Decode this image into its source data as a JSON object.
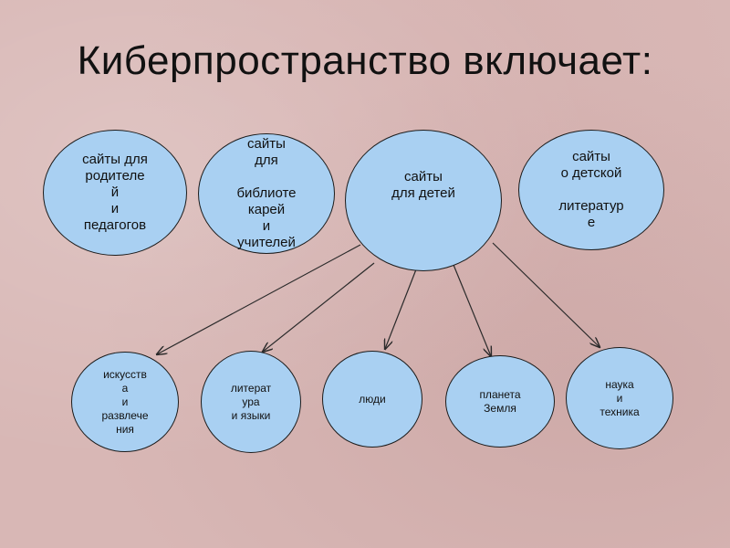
{
  "title": "Киберпространство включает:",
  "top_nodes": [
    {
      "id": "parents",
      "text": "сайты для\nродителе\nй\nи\nпедагогов"
    },
    {
      "id": "librarians",
      "text": "сайты\nдля\n\nбиблиоте\nкарей\nи\nучителей"
    },
    {
      "id": "children",
      "text": "сайты\nдля детей"
    },
    {
      "id": "literature",
      "text": "сайты\nо детской\n\nлитератур\nе"
    }
  ],
  "bottom_nodes": [
    {
      "id": "arts",
      "text": "искусств\nа\nи\nразвлече\nния"
    },
    {
      "id": "languages",
      "text": "литерат\nура\nи языки"
    },
    {
      "id": "people",
      "text": "люди"
    },
    {
      "id": "earth",
      "text": "планета\nЗемля"
    },
    {
      "id": "science",
      "text": "наука\nи\nтехника"
    }
  ],
  "colors": {
    "node_fill": "#a9d0f2",
    "node_stroke": "#1c1c1c",
    "background": "#d8b7b5"
  }
}
